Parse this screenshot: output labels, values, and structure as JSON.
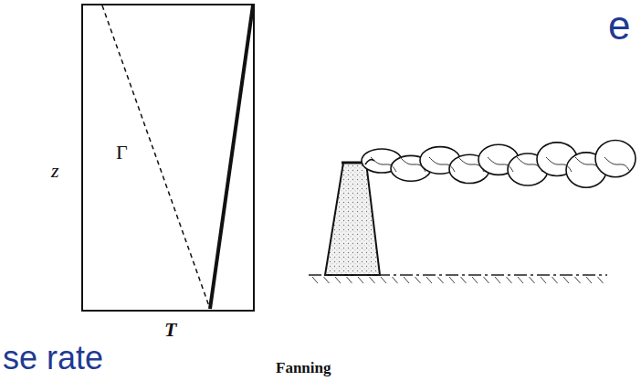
{
  "diagram": {
    "caption": "Fanning",
    "labels": [
      "e",
      "z",
      "Γ",
      "T",
      "se rate"
    ]
  }
}
